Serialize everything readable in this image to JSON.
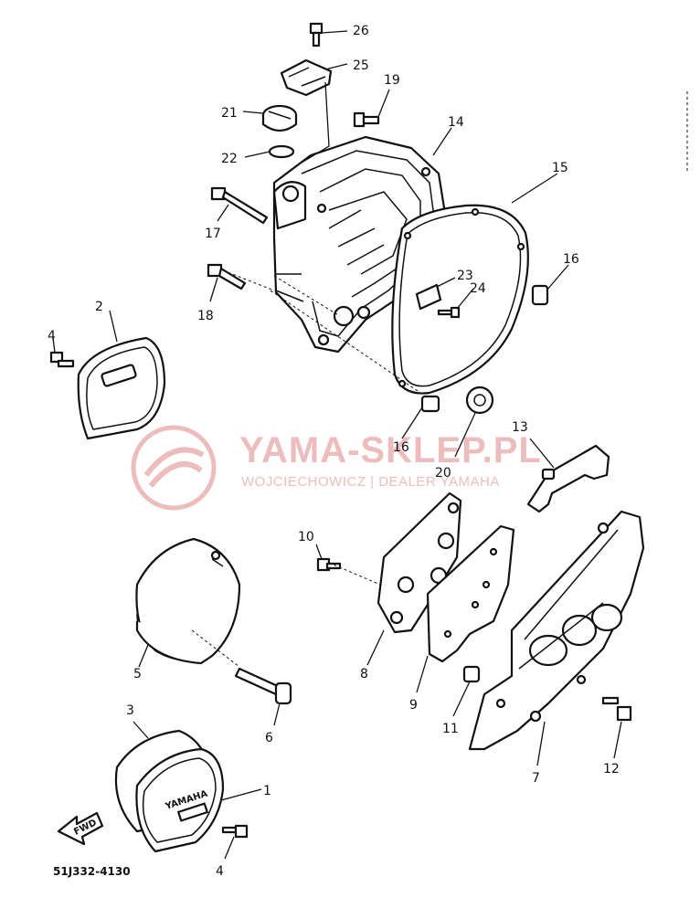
{
  "diagram": {
    "code": "51J332-4130",
    "watermark": {
      "title": "YAMA-SKLEP.PL",
      "subtitle": "WOJCIECHOWICZ | DEALER YAMAHA",
      "color": "#e8a7a7"
    },
    "arrow_label": "FWD",
    "emblem_text": "YAMAHA",
    "callouts": {
      "c1": "1",
      "c2": "2",
      "c3": "3",
      "c4a": "4",
      "c4b": "4",
      "c5": "5",
      "c6": "6",
      "c7": "7",
      "c8": "8",
      "c9": "9",
      "c10": "10",
      "c11": "11",
      "c12": "12",
      "c13": "13",
      "c14": "14",
      "c15": "15",
      "c16a": "16",
      "c16b": "16",
      "c17": "17",
      "c18": "18",
      "c19": "19",
      "c20": "20",
      "c21": "21",
      "c22": "22",
      "c23": "23",
      "c24": "24",
      "c25": "25",
      "c26": "26"
    }
  }
}
